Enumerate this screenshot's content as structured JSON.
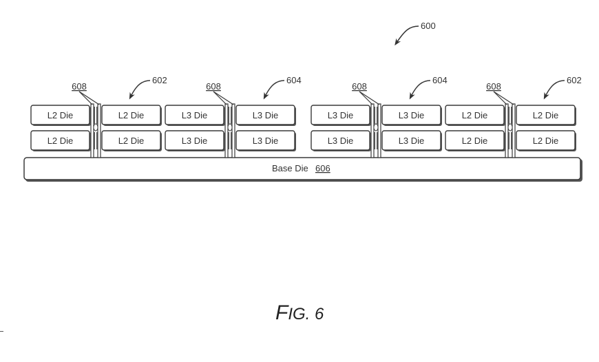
{
  "figure": {
    "caption_prefix": "F",
    "caption_rest": "IG. 6",
    "reference": "600"
  },
  "base_die": {
    "label": "Base Die",
    "ref": "606"
  },
  "connector_ref": "608",
  "groups": [
    {
      "ref": "602",
      "type": "L2",
      "dies": [
        [
          "L2 Die",
          "L2 Die"
        ],
        [
          "L2 Die",
          "L2 Die"
        ]
      ]
    },
    {
      "ref": "604",
      "type": "L3",
      "dies": [
        [
          "L3 Die",
          "L3 Die"
        ],
        [
          "L3 Die",
          "L3 Die"
        ]
      ]
    },
    {
      "ref": "604",
      "type": "L3",
      "dies": [
        [
          "L3 Die",
          "L3 Die"
        ],
        [
          "L3 Die",
          "L3 Die"
        ]
      ]
    },
    {
      "ref": "602",
      "type": "L2",
      "dies": [
        [
          "L2 Die",
          "L2 Die"
        ],
        [
          "L2 Die",
          "L2 Die"
        ]
      ]
    }
  ],
  "colors": {
    "stroke": "#3a3a3a",
    "shadow": "#555555",
    "fill": "#ffffff",
    "text": "#333333"
  }
}
